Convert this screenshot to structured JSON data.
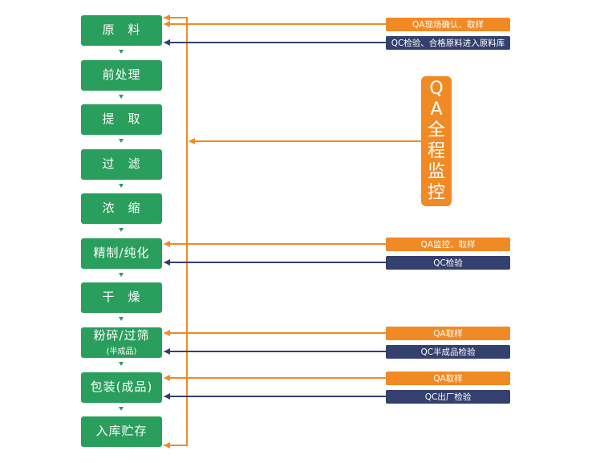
{
  "colors": {
    "step": "#2a9e5c",
    "qa": "#f08a24",
    "qc": "#34406e"
  },
  "steps": [
    {
      "label": "原　料"
    },
    {
      "label": "前处理"
    },
    {
      "label": "提　取"
    },
    {
      "label": "过　滤"
    },
    {
      "label": "浓　缩"
    },
    {
      "label": "精制/纯化"
    },
    {
      "label": "干　燥"
    },
    {
      "label": "粉碎/过筛",
      "sub": "(半成品)"
    },
    {
      "label": "包装(成品)"
    },
    {
      "label": "入库贮存"
    }
  ],
  "checks": [
    {
      "type": "qa",
      "label": "QA现场确认、取样"
    },
    {
      "type": "qc",
      "label": "QC检验、合格原料进入原料库"
    },
    {
      "type": "qa",
      "label": "QA监控、取样"
    },
    {
      "type": "qc",
      "label": "QC检验"
    },
    {
      "type": "qa",
      "label": "QA取样"
    },
    {
      "type": "qc",
      "label": "QC半成品检验"
    },
    {
      "type": "qa",
      "label": "QA取样"
    },
    {
      "type": "qc",
      "label": "QC出厂检验"
    }
  ],
  "monitor": {
    "label": "QA全程监控"
  }
}
